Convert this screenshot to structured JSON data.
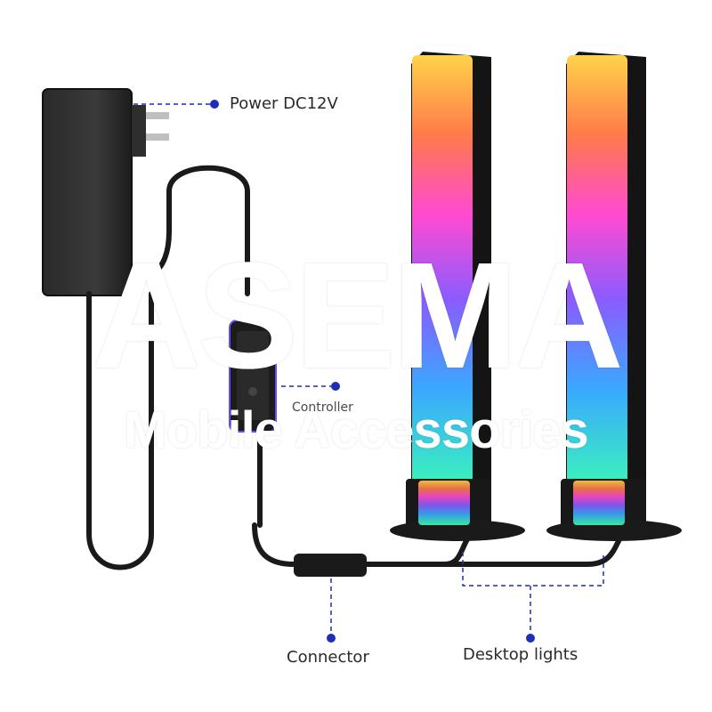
{
  "labels": {
    "power": "Power DC12V",
    "controller": "Controller",
    "connector": "Connector",
    "desktop_lights": "Desktop lights"
  },
  "watermark": {
    "line1": "ASEMA",
    "line2": "Mobile Accessories"
  },
  "colors": {
    "leader_line": "#1f2fb5",
    "device_black": "#1a1a1a",
    "rgb_gradient": [
      "#ffd24a",
      "#ff6a4a",
      "#ff4ad2",
      "#7a5cff",
      "#3aa8ff",
      "#3affb0"
    ]
  }
}
